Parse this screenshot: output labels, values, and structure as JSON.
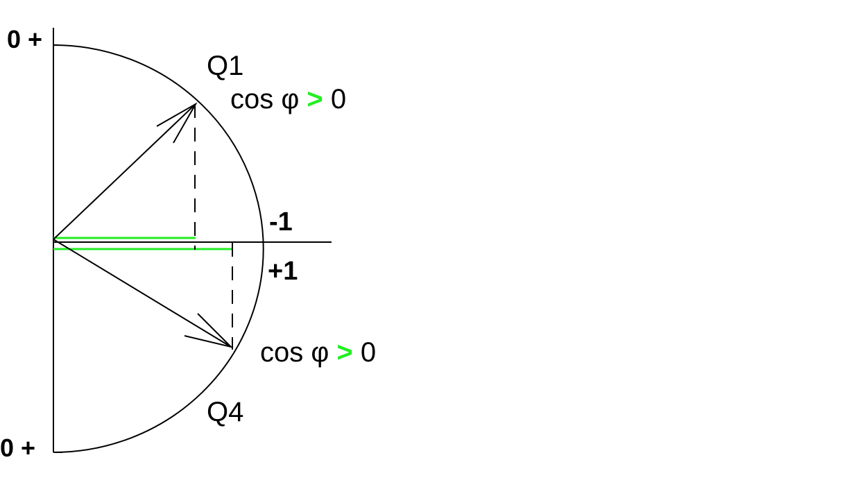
{
  "labels": {
    "top_axis_mark": "0 +",
    "bottom_axis_mark": "0 +",
    "q1": "Q1",
    "q4": "Q4",
    "minus_one": "-1",
    "plus_one": "+1"
  },
  "formulas": {
    "q1": {
      "prefix": "cos φ ",
      "operator": ">",
      "suffix": " 0"
    },
    "q4": {
      "prefix": "cos φ ",
      "operator": ">",
      "suffix": " 0"
    }
  },
  "colors": {
    "line": "#000000",
    "highlight": "#22ee22"
  }
}
